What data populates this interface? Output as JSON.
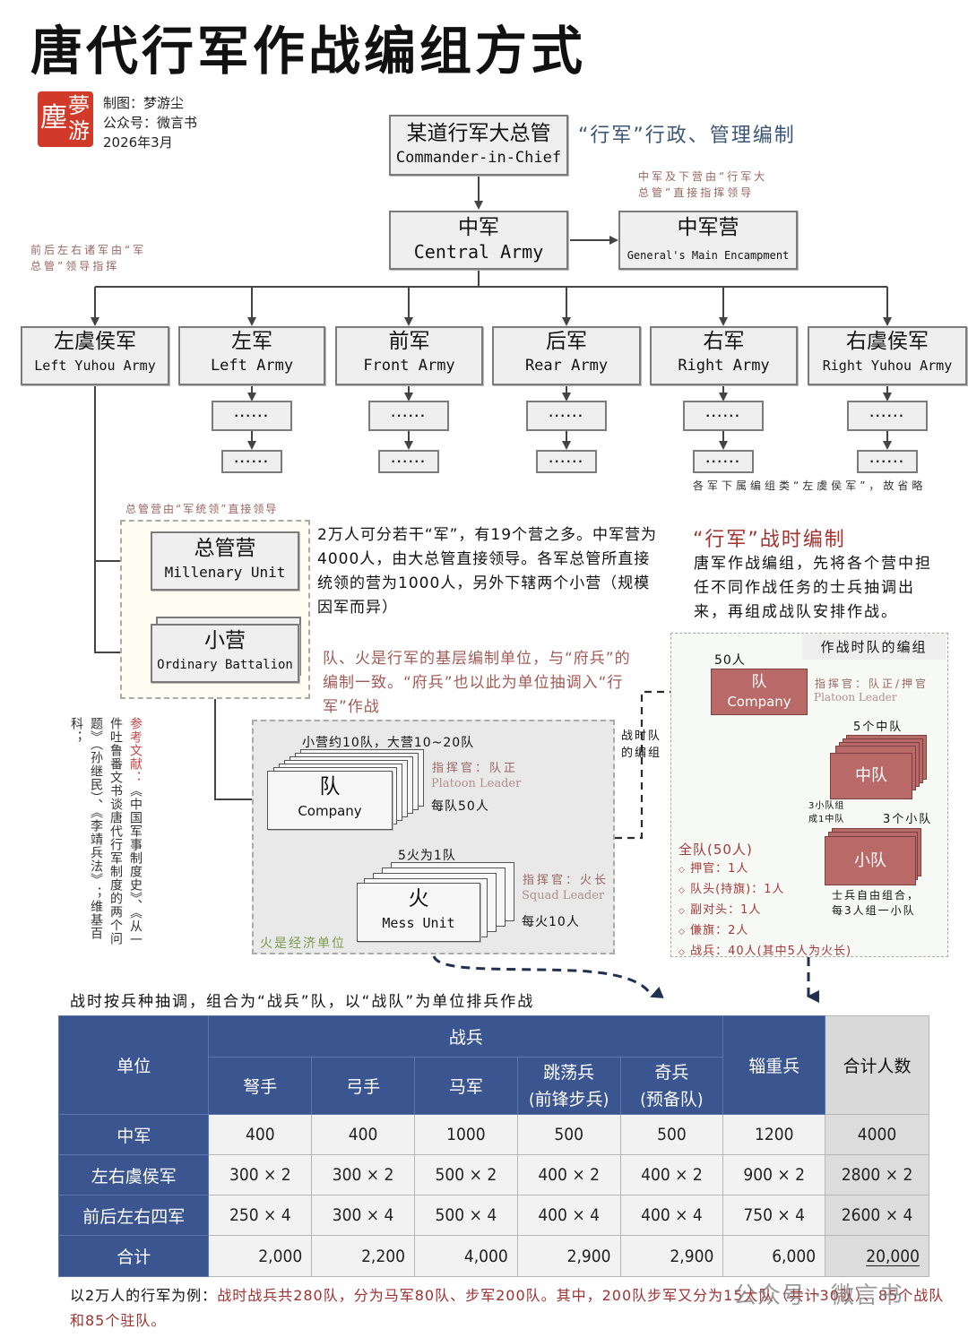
{
  "title": "唐代行军作战编组方式",
  "seal": {
    "chars": [
      "塵",
      "夢",
      "游"
    ]
  },
  "credits": {
    "author": "制图：梦游尘",
    "account": "公众号：微言书",
    "date": "2026年3月"
  },
  "admin_section": {
    "heading": "“行军”行政、管理编制",
    "note_left": [
      "前后左右诸军由“军",
      "总管”领导指挥"
    ],
    "note_central": [
      "中军及下营由“行军大",
      "总管”直接指挥领导"
    ],
    "note_omit": "各军下属编组类“左虞侯军”，故省略"
  },
  "commander": {
    "zh": "某道行军大总管",
    "en": "Commander-in-Chief"
  },
  "central_army": {
    "zh": "中军",
    "en": "Central Army"
  },
  "central_camp": {
    "zh": "中军营",
    "en": "General's Main Encampment"
  },
  "armies": [
    {
      "zh": "左虞侯军",
      "en": "Left Yuhou Army"
    },
    {
      "zh": "左军",
      "en": "Left Army"
    },
    {
      "zh": "前军",
      "en": "Front Army"
    },
    {
      "zh": "后军",
      "en": "Rear Army"
    },
    {
      "zh": "右军",
      "en": "Right Army"
    },
    {
      "zh": "右虞侯军",
      "en": "Right Yuhou Army"
    }
  ],
  "ellipsis": "······",
  "ying": {
    "zone_note": "总管营由“军统领”直接领导",
    "millenary": {
      "zh": "总管营",
      "en": "Millenary Unit"
    },
    "battalion": {
      "zh": "小营",
      "en": "Ordinary Battalion"
    },
    "desc": "2万人可分若干“军”，有19个营之多。中军营为4000人，由大总管直接领导。各军总管所直接统领的营为1000人，另外下辖两个小营（规模因军而异）",
    "fubing": "队、火是行军的基层编制单位，与“府兵”的编制一致。“府兵”也以此为单位抽调入“行军”作战"
  },
  "company_zone": {
    "stack_note": "小营约10队，大营10~20队",
    "company": {
      "zh": "队",
      "en": "Company"
    },
    "company_cmd": "指挥官：队正",
    "company_cmd_en": "Platoon Leader",
    "company_size": "每队50人",
    "mess_note": "5火为1队",
    "mess": {
      "zh": "火",
      "en": "Mess Unit"
    },
    "mess_cmd": "指挥官：火长",
    "mess_cmd_en": "Squad Leader",
    "mess_size": "每火10人",
    "econ_note": "火是经济单位",
    "link_label": [
      "战时队",
      "的编组"
    ]
  },
  "wartime": {
    "heading": "“行军”战时编制",
    "desc": "唐军作战编组，先将各个营中担任不同作战任务的士兵抽调出来，再组成战队安排作战。",
    "tag": "作战时队的编组",
    "company_size": "50人",
    "company": {
      "zh": "队",
      "en": "Company"
    },
    "company_cmd": "指挥官：队正/押官",
    "company_cmd_en": "Platoon Leader",
    "mid_count": "5个中队",
    "mid": "中队",
    "mid_note": [
      "3小队组",
      "成1中队"
    ],
    "small_count": "3个小队",
    "small": "小队",
    "small_note": [
      "士兵自由组合，",
      "每3人组一小队"
    ],
    "roster_title": "全队(50人)",
    "roster": [
      "押官：1人",
      "队头(持旗)：1人",
      "副对头：1人",
      "傔旗：2人",
      "战兵：40人(其中5人为火长)"
    ]
  },
  "refs": {
    "head": "参考文献：",
    "body": "《中国军事制度史》、《从一件吐鲁番文书谈唐代行军制度的两个问题》（孙继民）、《李靖兵法》；维基百科；"
  },
  "table": {
    "caption": "战时按兵种抽调，组合为“战兵”队，以“战队”为单位排兵作战",
    "header": {
      "unit": "单位",
      "group": "战兵",
      "cols": [
        [
          "弩手"
        ],
        [
          "弓手"
        ],
        [
          "马军"
        ],
        [
          "跳荡兵",
          "(前锋步兵)"
        ],
        [
          "奇兵",
          "(预备队)"
        ]
      ],
      "supply": "辎重兵",
      "total": "合计人数"
    },
    "rows": [
      {
        "label": "中军",
        "values": [
          "400",
          "400",
          "1000",
          "500",
          "500",
          "1200"
        ],
        "total": "4000"
      },
      {
        "label": "左右虞侯军",
        "values": [
          "300 × 2",
          "300 × 2",
          "500 × 2",
          "400 × 2",
          "400 × 2",
          "900 × 2"
        ],
        "total": "2800 × 2"
      },
      {
        "label": "前后左右四军",
        "values": [
          "250 × 4",
          "300 × 4",
          "500 × 4",
          "400 × 4",
          "400 × 4",
          "750 × 4"
        ],
        "total": "2600 × 4"
      }
    ],
    "sum": {
      "label": "合计",
      "values": [
        "2,000",
        "2,200",
        "4,000",
        "2,900",
        "2,900",
        "6,000"
      ],
      "total": "20,000"
    }
  },
  "footer": {
    "lead": "以2万人的行军为例：",
    "body": "战时战兵共280队，分为马军80队、步军200队。其中，200队步军又分为15大队（共计30队）、85个战队和85个驻队。"
  },
  "watermark": "公众号 · 微言书",
  "colors": {
    "table_header": "#3a5590",
    "accent_red": "#b86968",
    "heading_blue": "#3b5576",
    "seal_red": "#d13a28"
  }
}
